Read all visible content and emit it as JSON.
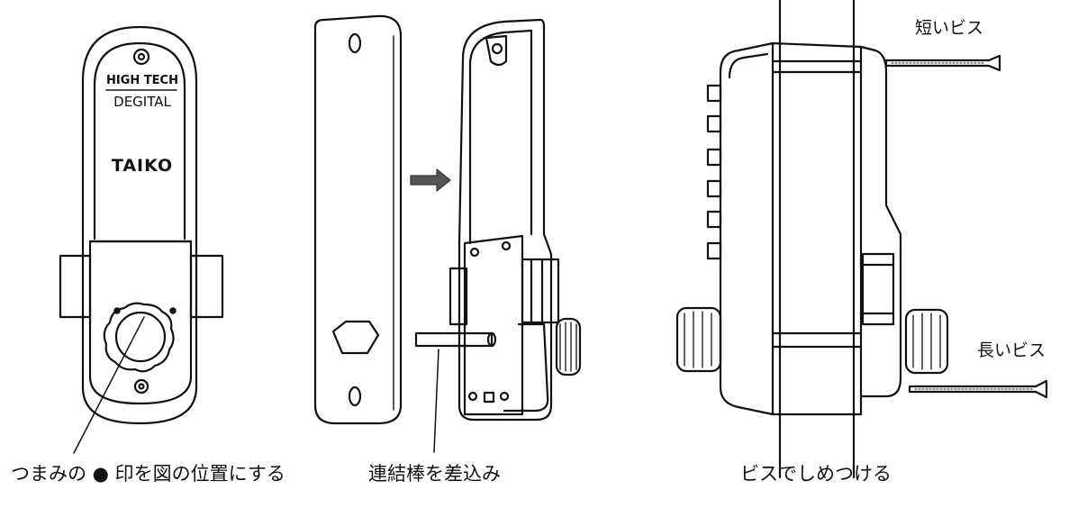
{
  "front_panel": {
    "brand_line1": "HIGH TECH",
    "brand_line2": "DEGITAL",
    "logo": "TAIKO"
  },
  "captions": {
    "step1": "つまみの ● 印を図の位置にする",
    "step2": "連結棒を差込み",
    "step3": "ビスでしめつける"
  },
  "labels": {
    "short_screw": "短いビス",
    "long_screw": "長いビス"
  },
  "icons": {
    "arrow": "right-arrow-icon"
  }
}
